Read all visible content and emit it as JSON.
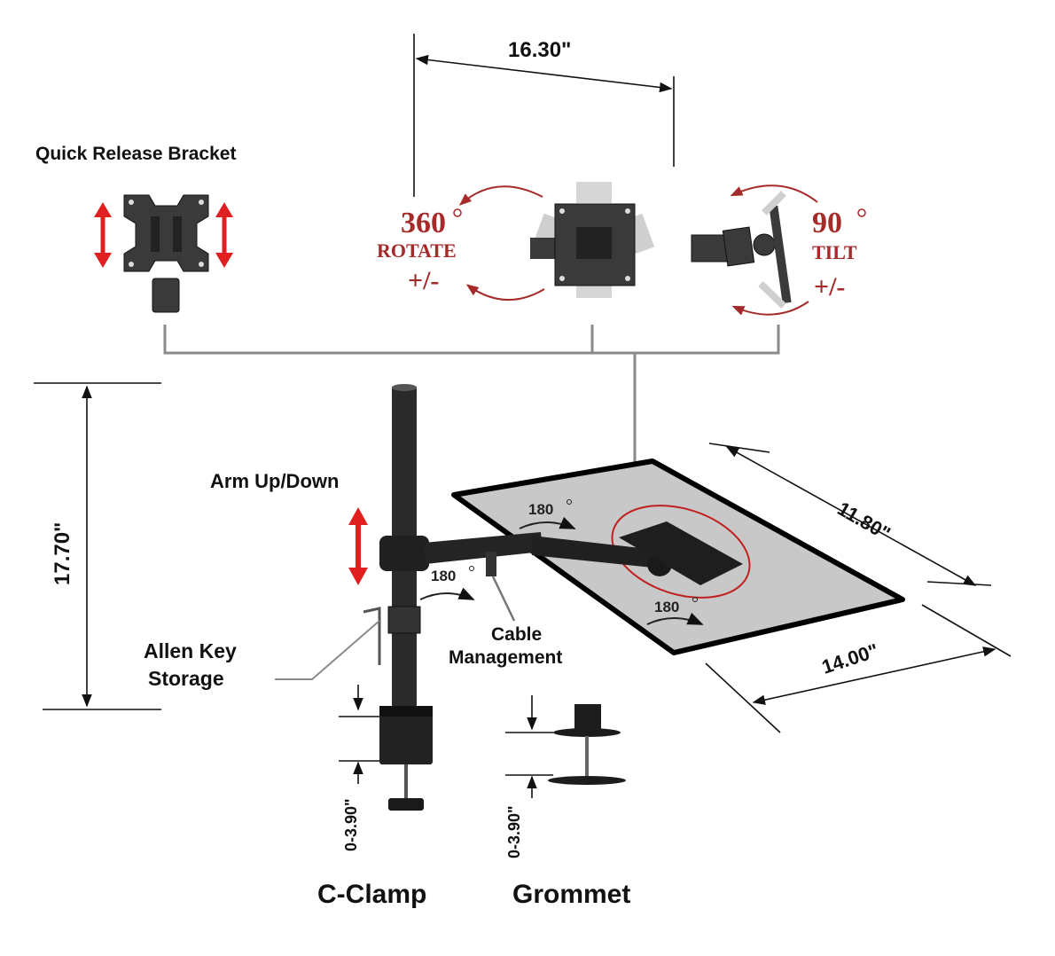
{
  "labels": {
    "quick_release_bracket": "Quick Release Bracket",
    "width_dim": "16.30\"",
    "rotate_deg": "360",
    "rotate_word": "ROTATE",
    "rotate_pm": "+/-",
    "tilt_deg": "90",
    "tilt_word": "TILT",
    "tilt_pm": "+/-",
    "arm_up_down": "Arm Up/Down",
    "height_dim": "17.70\"",
    "swivel_1": "180",
    "swivel_2": "180",
    "swivel_3": "180",
    "cable_management_1": "Cable",
    "cable_management_2": "Management",
    "allen_key_1": "Allen Key",
    "allen_key_2": "Storage",
    "monitor_depth": "11.80\"",
    "monitor_width": "14.00\"",
    "clamp_range": "0-3.90\"",
    "grommet_range": "0-3.90\"",
    "c_clamp": "C-Clamp",
    "grommet": "Grommet"
  },
  "colors": {
    "accent_red": "#e02020",
    "label_red": "#a52a2a",
    "connector_gray": "#8a8a8a",
    "screen_gray": "#c8c8c8"
  }
}
